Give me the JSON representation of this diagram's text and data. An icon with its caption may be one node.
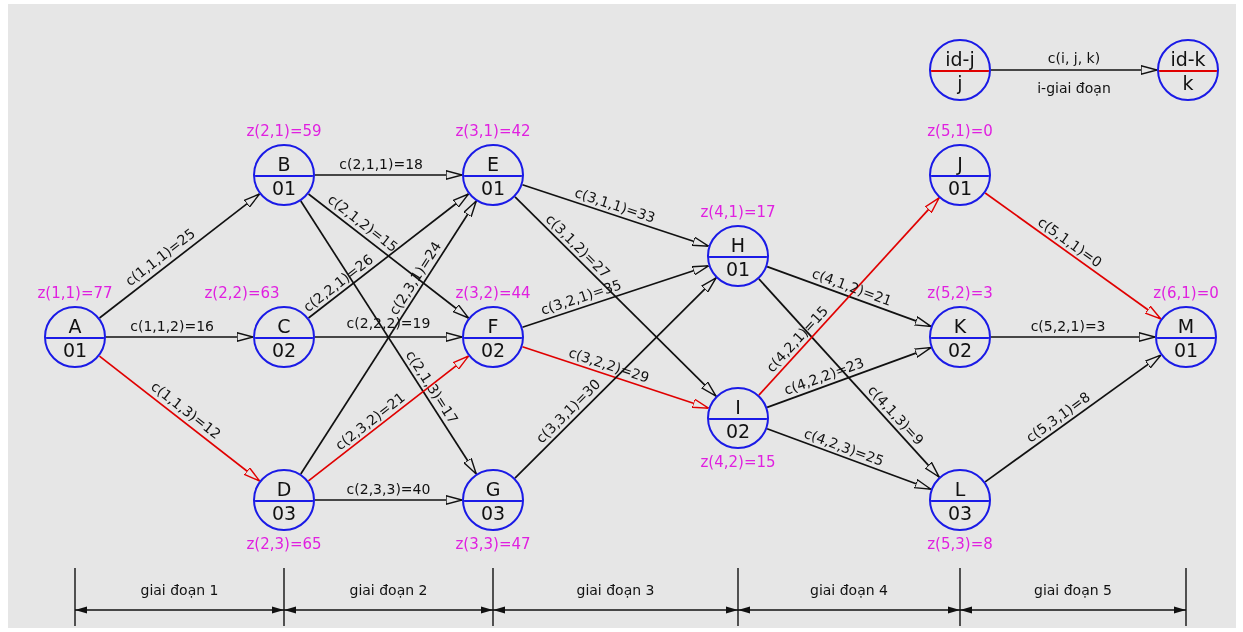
{
  "diagram": {
    "nodes": [
      {
        "text": [
          "A",
          "01"
        ],
        "beside": [
          "z(1,1)=77"
        ]
      },
      {
        "text": [
          "B",
          "01"
        ],
        "beside": [
          "z(2,1)=59"
        ]
      },
      {
        "text": [
          "C",
          "02"
        ],
        "beside": [
          "z(2,2)=63"
        ]
      },
      {
        "text": [
          "D",
          "03"
        ],
        "beside": [
          "z(2,3)=65"
        ]
      },
      {
        "text": [
          "E",
          "01"
        ],
        "beside": [
          "z(3,1)=42"
        ]
      },
      {
        "text": [
          "F",
          "02"
        ],
        "beside": [
          "z(3,2)=44"
        ]
      },
      {
        "text": [
          "G",
          "03"
        ],
        "beside": [
          "z(3,3)=47"
        ]
      },
      {
        "text": [
          "H",
          "01"
        ],
        "beside": [
          "z(4,1)=17"
        ]
      },
      {
        "text": [
          "I",
          "02"
        ],
        "beside": [
          "z(4,2)=15"
        ]
      },
      {
        "text": [
          "J",
          "01"
        ],
        "beside": [
          "z(5,1)=0"
        ]
      },
      {
        "text": [
          "K",
          "02"
        ],
        "beside": [
          "z(5,2)=3"
        ]
      },
      {
        "text": [
          "L",
          "03"
        ],
        "beside": [
          "z(5,3)=8"
        ]
      },
      {
        "text": [
          "M",
          "01"
        ],
        "beside": [
          "z(6,1)=0"
        ]
      },
      {
        "text": [
          "id-j",
          "j"
        ]
      },
      {
        "text": [
          "id-k",
          "k"
        ]
      }
    ],
    "edges": [
      {
        "from": 0,
        "to": 1,
        "arrow": "to",
        "label": "c(1,1,1)=25"
      },
      {
        "from": 0,
        "to": 2,
        "arrow": "to",
        "label": "c(1,1,2)=16"
      },
      {
        "from": 0,
        "to": 3,
        "arrow": "to",
        "label": "c(1,1,3)=12",
        "color": "#e00000"
      },
      {
        "from": 1,
        "to": 4,
        "arrow": "to",
        "label": "c(2,1,1)=18"
      },
      {
        "from": 1,
        "to": 5,
        "arrow": "to",
        "label": "c(2,1,2)=15"
      },
      {
        "from": 1,
        "to": 6,
        "arrow": "to",
        "label": "c(2,1,3)=17"
      },
      {
        "from": 2,
        "to": 4,
        "arrow": "to",
        "label": "c(2,2,1)=26"
      },
      {
        "from": 2,
        "to": 5,
        "arrow": "to",
        "label": "c(2,2,2)=19"
      },
      {
        "from": 3,
        "to": 4,
        "arrow": "to",
        "label": "c(2,3,1)=24"
      },
      {
        "from": 3,
        "to": 5,
        "arrow": "to",
        "label": "c(2,3,2)=21",
        "color": "#e00000"
      },
      {
        "from": 3,
        "to": 6,
        "arrow": "to",
        "label": "c(2,3,3)=40"
      },
      {
        "from": 4,
        "to": 7,
        "arrow": "to",
        "label": "c(3,1,1)=33"
      },
      {
        "from": 4,
        "to": 8,
        "arrow": "to",
        "label": "c(3,1,2)=27"
      },
      {
        "from": 5,
        "to": 7,
        "arrow": "to",
        "label": "c(3,2,1)=35"
      },
      {
        "from": 5,
        "to": 8,
        "arrow": "to",
        "label": "c(3,2,2)=29",
        "color": "#e00000"
      },
      {
        "from": 6,
        "to": 7,
        "arrow": "to",
        "label": "c(3,3,1)=30"
      },
      {
        "from": 7,
        "to": 10,
        "arrow": "to",
        "label": "c(4,1,2)=21"
      },
      {
        "from": 7,
        "to": 11,
        "arrow": "to",
        "label": "c(4,1,3)=9"
      },
      {
        "from": 8,
        "to": 9,
        "arrow": "to",
        "label": "c(4,2,1)=15",
        "color": "#e00000"
      },
      {
        "from": 8,
        "to": 10,
        "arrow": "to",
        "label": "c(4,2,2)=23"
      },
      {
        "from": 8,
        "to": 11,
        "arrow": "to",
        "label": "c(4,2,3)=25"
      },
      {
        "from": 9,
        "to": 12,
        "arrow": "to",
        "label": "c(5,1,1)=0",
        "color": "#e00000"
      },
      {
        "from": 10,
        "to": 12,
        "arrow": "to",
        "label": "c(5,2,1)=3"
      },
      {
        "from": 11,
        "to": 12,
        "arrow": "to",
        "label": "c(5,3,1)=8"
      },
      {
        "from": 13,
        "to": 14,
        "arrow": "to",
        "label": "c(i, j, k)"
      }
    ],
    "labels": [
      "i-giai đoạn",
      "giai đoạn 1",
      "giai đoạn 2",
      "giai đoạn 3",
      "giai đoạn 4",
      "giai đoạn 5"
    ]
  }
}
